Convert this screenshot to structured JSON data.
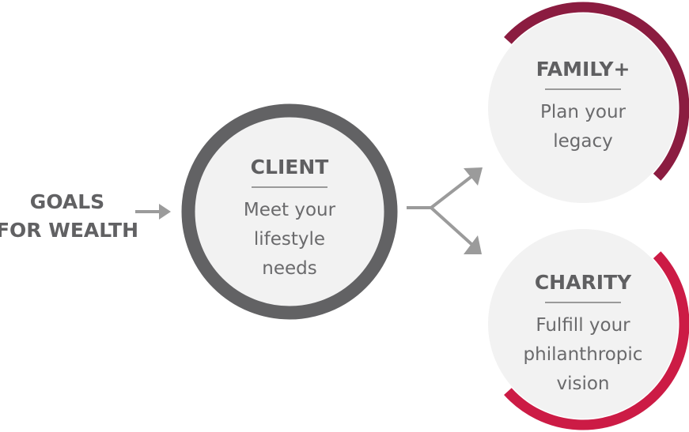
{
  "source": {
    "label_line1": "GOALS",
    "label_line2": "FOR WEALTH"
  },
  "nodes": [
    {
      "id": "client",
      "title": "CLIENT",
      "description": [
        "Meet your",
        "lifestyle",
        "needs"
      ],
      "ring_color": "#626264"
    },
    {
      "id": "family",
      "title": "FAMILY+",
      "description": [
        "Plan your",
        "legacy"
      ],
      "ring_color": "#8b1c40"
    },
    {
      "id": "charity",
      "title": "CHARITY",
      "description": [
        "Fulfill your",
        "philanthropic",
        "vision"
      ],
      "ring_color": "#cc1b45"
    }
  ],
  "colors": {
    "circle_fill": "#f2f2f2",
    "arrow": "#9b9b9b",
    "text": "#606062"
  },
  "edges": [
    {
      "from": "goals",
      "to": "client"
    },
    {
      "from": "client",
      "to": "family"
    },
    {
      "from": "client",
      "to": "charity"
    }
  ]
}
